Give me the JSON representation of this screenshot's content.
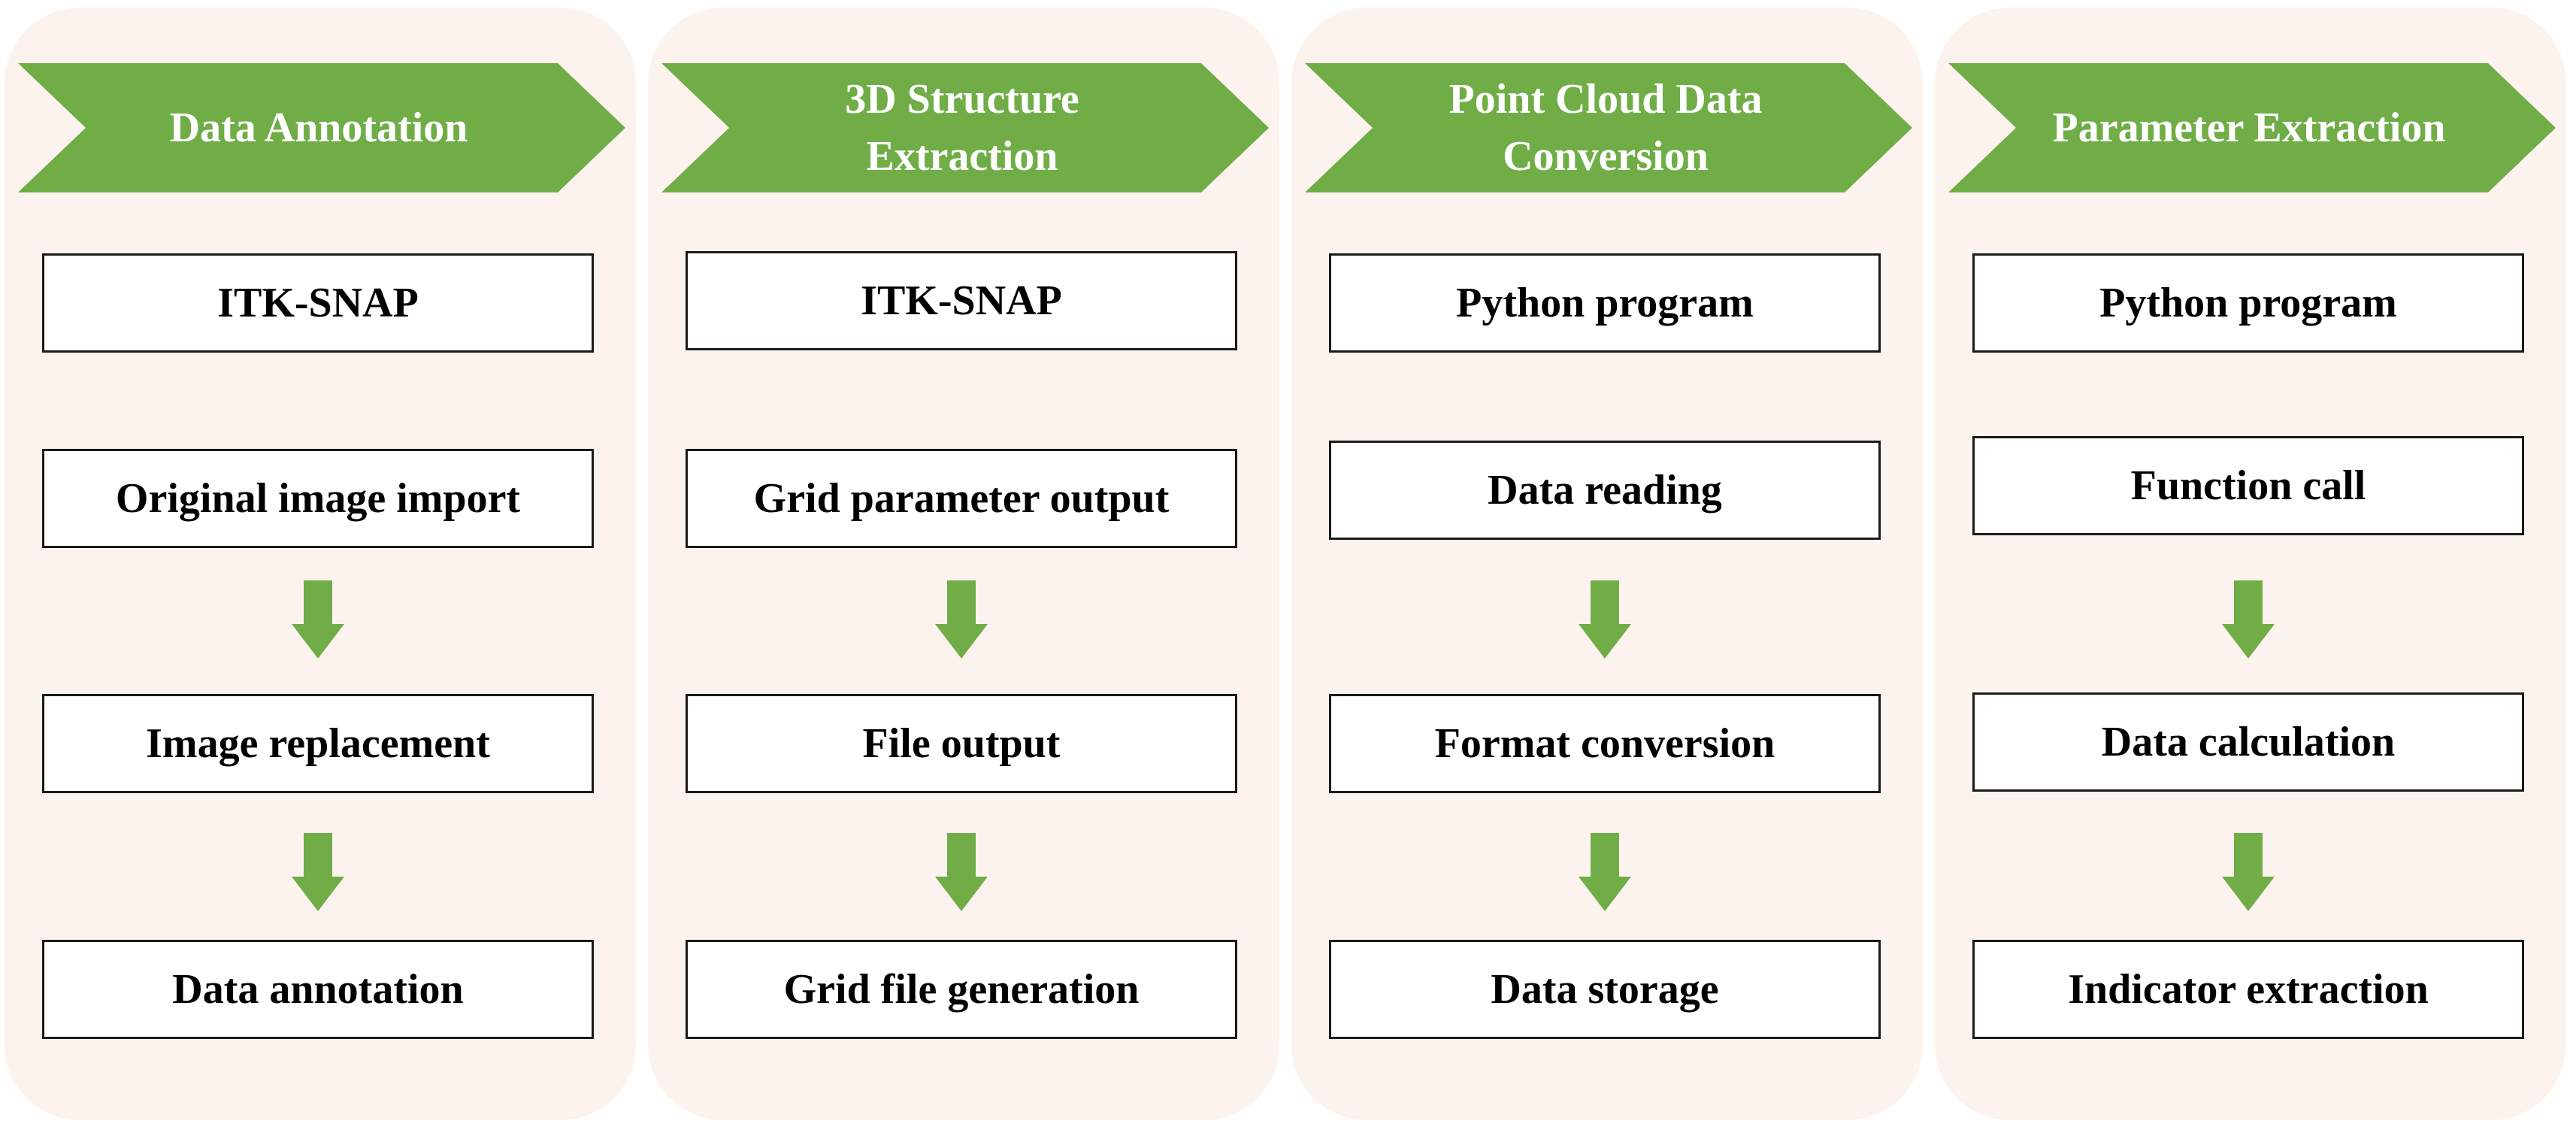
{
  "colors": {
    "panel_background": "#fcf3ee",
    "banner_fill": "#70ad47",
    "banner_text": "#ffffff",
    "arrow_fill": "#70ad47",
    "box_border": "#1a1a1a"
  },
  "columns": [
    {
      "title": "Data Annotation",
      "tool": "ITK-SNAP",
      "steps": [
        "Original image import",
        "Image replacement",
        "Data annotation"
      ]
    },
    {
      "title": "3D Structure Extraction",
      "tool": "ITK-SNAP",
      "steps": [
        "Grid parameter output",
        "File output",
        "Grid file generation"
      ]
    },
    {
      "title": "Point Cloud Data Conversion",
      "tool": "Python program",
      "steps": [
        "Data reading",
        "Format conversion",
        "Data storage"
      ]
    },
    {
      "title": "Parameter Extraction",
      "tool": "Python program",
      "steps": [
        "Function call",
        "Data calculation",
        "Indicator extraction"
      ]
    }
  ]
}
